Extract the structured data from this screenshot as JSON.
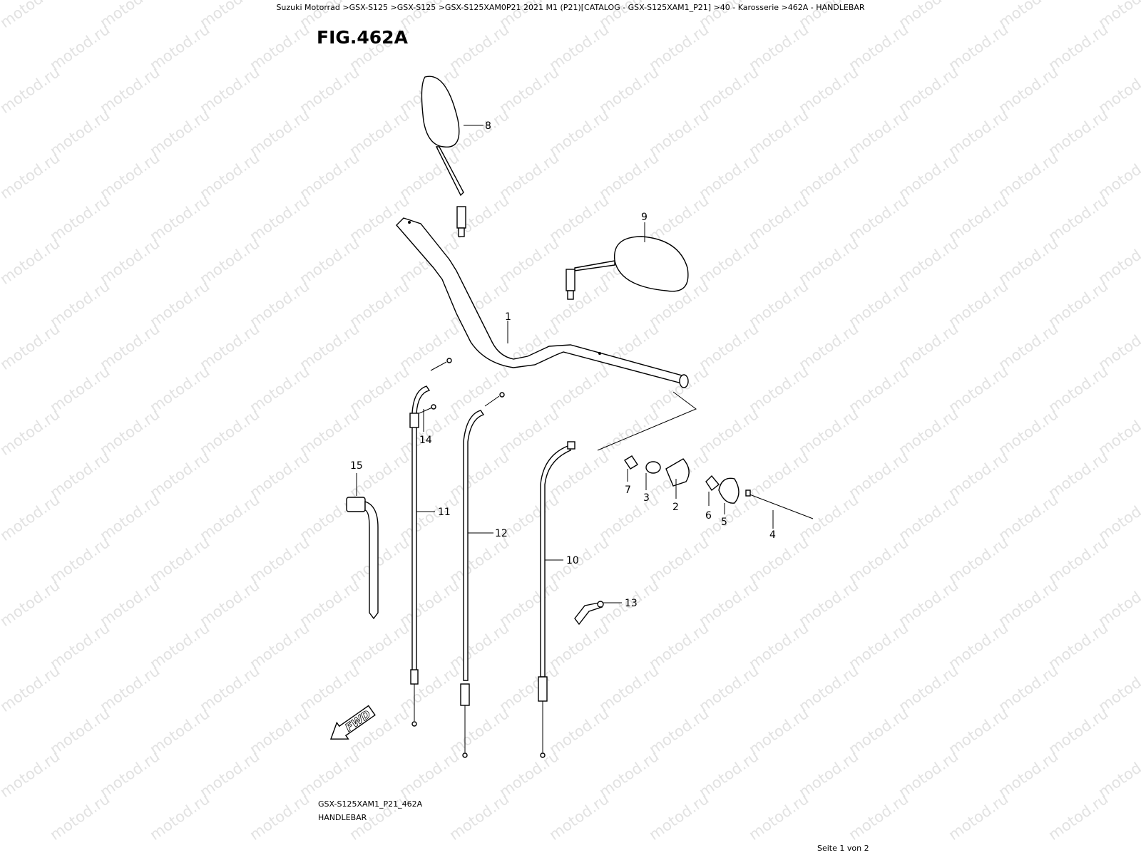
{
  "header": {
    "breadcrumb": "Suzuki Motorrad >GSX-S125 >GSX-S125 >GSX-S125XAM0P21 2021 M1 (P21)[CATALOG - GSX-S125XAM1_P21] >40 - Karosserie >462A - HANDLEBAR"
  },
  "figure": {
    "title": "FIG.462A",
    "watermark": "motod.ru",
    "fwd_label": "FWD",
    "callouts": [
      "1",
      "2",
      "3",
      "4",
      "5",
      "6",
      "7",
      "8",
      "9",
      "10",
      "11",
      "12",
      "13",
      "14",
      "15"
    ]
  },
  "footer": {
    "code": "GSX-S125XAM1_P21_462A",
    "name": "HANDLEBAR",
    "page": "Seite 1 von 2"
  }
}
